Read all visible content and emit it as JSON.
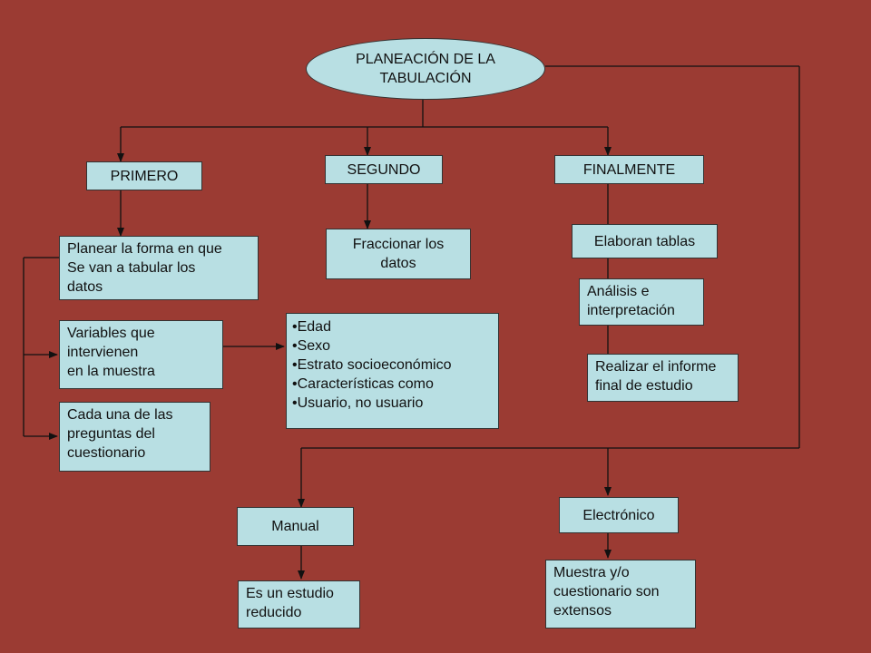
{
  "diagram": {
    "root_lines": [
      "PLANEACIÓN DE LA",
      "TABULACIÓN"
    ],
    "primero": "PRIMERO",
    "segundo": "SEGUNDO",
    "finalmente": "FINALMENTE",
    "planear_lines": [
      "Planear la forma en que",
      "Se van a tabular los",
      "datos"
    ],
    "variables_lines": [
      "Variables que",
      "intervienen",
      "en la muestra"
    ],
    "cada_lines": [
      "Cada una de las",
      "preguntas del",
      "cuestionario"
    ],
    "fraccionar_lines": [
      "Fraccionar los",
      "datos"
    ],
    "variables_list": [
      "Edad",
      "Sexo",
      "Estrato socioeconómico",
      "Características como",
      "Usuario, no usuario"
    ],
    "elaboran": "Elaboran tablas",
    "analisis_lines": [
      "Análisis e",
      "interpretación"
    ],
    "realizar_lines": [
      "Realizar el informe",
      "final de estudio"
    ],
    "manual": "Manual",
    "electronico": "Electrónico",
    "reducido_lines": [
      "Es un estudio",
      "reducido"
    ],
    "extensos_lines": [
      "Muestra y/o",
      "cuestionario son",
      "extensos"
    ]
  },
  "colors": {
    "background": "#9b3b33",
    "box_fill": "#b8dfe3",
    "line": "#111111"
  }
}
